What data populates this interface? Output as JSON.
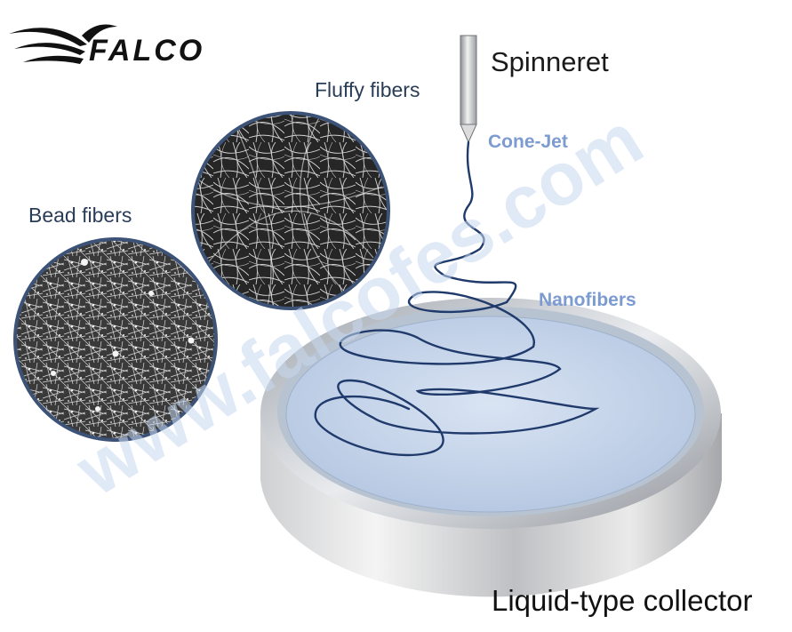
{
  "logo": {
    "text": "FALCO",
    "icon": "wing-logo-icon"
  },
  "watermark": "www.falcofes.com",
  "labels": {
    "spinneret": "Spinneret",
    "cone_jet": "Cone-Jet",
    "nanofibers": "Nanofibers",
    "fluffy_fibers": "Fluffy fibers",
    "bead_fibers": "Bead fibers",
    "collector": "Liquid-type collector"
  },
  "colors": {
    "liquid": "#c9d8ee",
    "fiber": "#1f3a6b",
    "watermark": "#c7d8f0",
    "callout_label": "#7c9bd0",
    "micrograph_border": "#3c5277"
  }
}
